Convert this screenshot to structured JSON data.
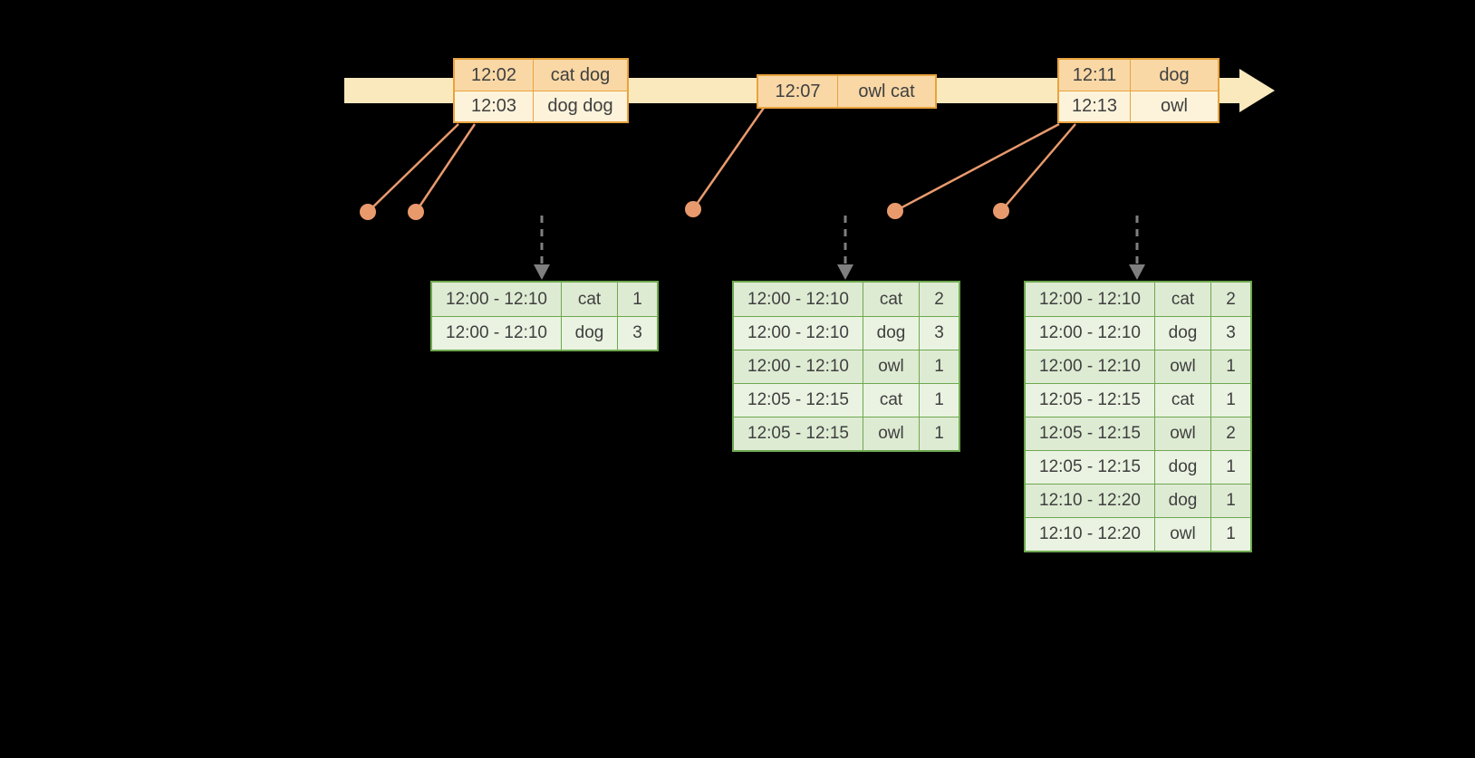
{
  "colors": {
    "background": "#000000",
    "timeline_fill": "#FBE9BE",
    "event_border": "#E9A33E",
    "event_row_dark": "#F9D8A6",
    "event_row_light": "#FDF3DB",
    "dot": "#E99A6D",
    "connector": "#E99A6D",
    "dashed_arrow": "#7F7F7F",
    "result_border": "#6EA84F",
    "result_row_dark": "#DEEBD3",
    "result_row_light": "#EAF3E1",
    "text": "#3F3F3F"
  },
  "event_tables": [
    {
      "rows": [
        [
          "12:02",
          "cat dog"
        ],
        [
          "12:03",
          "dog dog"
        ]
      ]
    },
    {
      "rows": [
        [
          "12:07",
          "owl cat"
        ]
      ]
    },
    {
      "rows": [
        [
          "12:11",
          "dog"
        ],
        [
          "12:13",
          "owl"
        ]
      ]
    }
  ],
  "result_tables": [
    {
      "rows": [
        [
          "12:00 - 12:10",
          "cat",
          "1"
        ],
        [
          "12:00 - 12:10",
          "dog",
          "3"
        ]
      ]
    },
    {
      "rows": [
        [
          "12:00 - 12:10",
          "cat",
          "2"
        ],
        [
          "12:00 - 12:10",
          "dog",
          "3"
        ],
        [
          "12:00 - 12:10",
          "owl",
          "1"
        ],
        [
          "12:05 - 12:15",
          "cat",
          "1"
        ],
        [
          "12:05 - 12:15",
          "owl",
          "1"
        ]
      ]
    },
    {
      "rows": [
        [
          "12:00 - 12:10",
          "cat",
          "2"
        ],
        [
          "12:00 - 12:10",
          "dog",
          "3"
        ],
        [
          "12:00 - 12:10",
          "owl",
          "1"
        ],
        [
          "12:05 - 12:15",
          "cat",
          "1"
        ],
        [
          "12:05 - 12:15",
          "owl",
          "2"
        ],
        [
          "12:05 - 12:15",
          "dog",
          "1"
        ],
        [
          "12:10 - 12:20",
          "dog",
          "1"
        ],
        [
          "12:10 - 12:20",
          "owl",
          "1"
        ]
      ]
    }
  ]
}
